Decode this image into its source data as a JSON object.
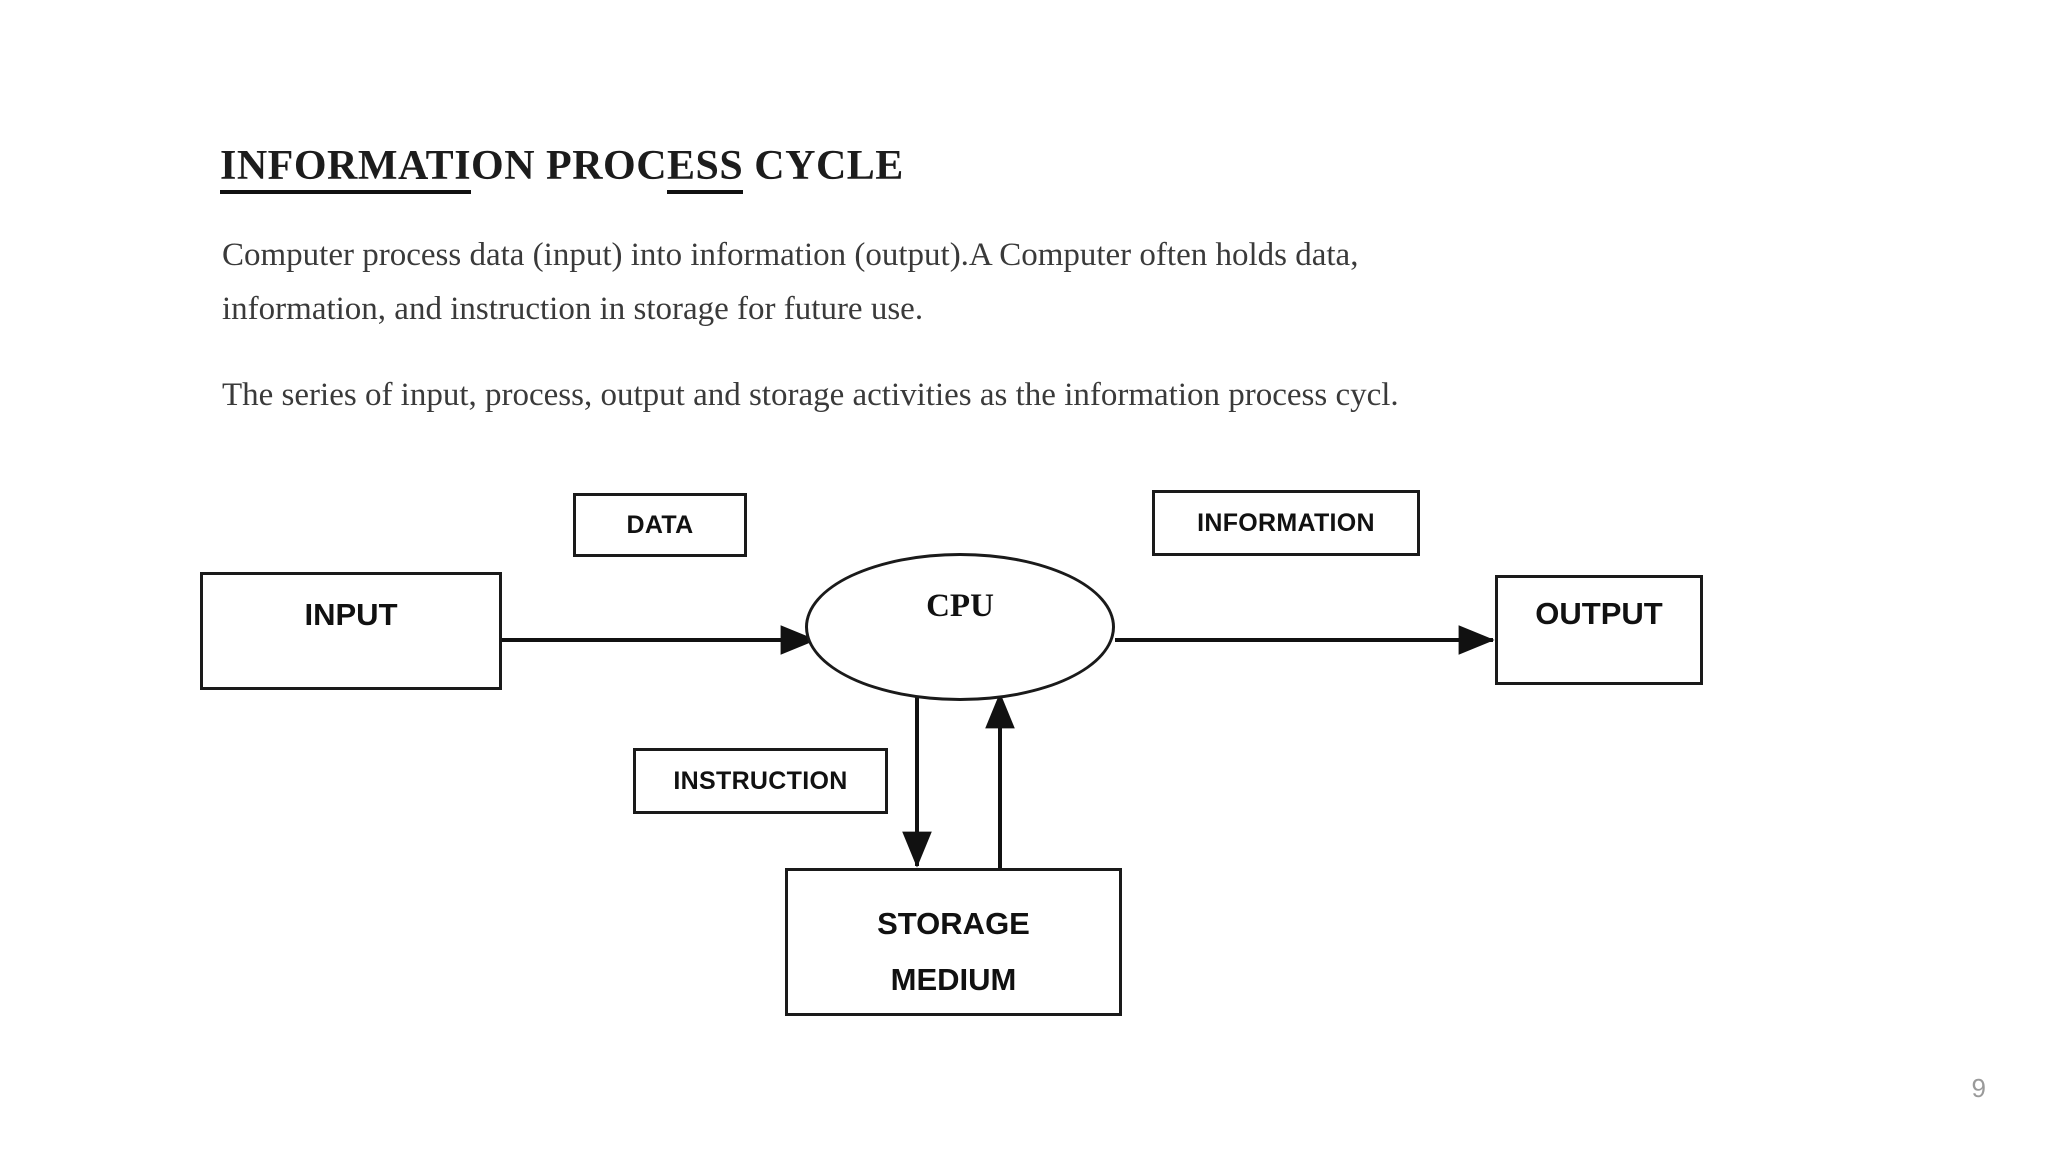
{
  "page": {
    "title_part_1": "INFORMATI",
    "title_part_2": "ON PROC",
    "title_part_3": "ESS",
    "title_part_4": " CYCLE",
    "title_full": "INFORMATION PROCESS CYCLE",
    "page_number": "9",
    "background_color": "#ffffff",
    "ink_color": "#111111"
  },
  "body": {
    "paragraph_1_line_1": "Computer process data (input) into information (output).A Computer often holds data,",
    "paragraph_1_line_2": "information, and instruction in storage for future use.",
    "paragraph_2_line_1": "The series of input, process, output and storage activities as the information process cycl."
  },
  "diagram": {
    "nodes": {
      "input": "INPUT",
      "cpu": "CPU",
      "output": "OUTPUT",
      "storage_line_1": "STORAGE",
      "storage_line_2": "MEDIUM"
    },
    "labels": {
      "data": "DATA",
      "information": "INFORMATION",
      "instruction": "INSTRUCTION"
    },
    "flows": [
      {
        "from": "INPUT",
        "to": "CPU",
        "label": "DATA",
        "direction": "right"
      },
      {
        "from": "CPU",
        "to": "OUTPUT",
        "label": "INFORMATION",
        "direction": "right"
      },
      {
        "from": "CPU",
        "to": "STORAGE MEDIUM",
        "label": "INSTRUCTION",
        "direction": "down"
      },
      {
        "from": "STORAGE MEDIUM",
        "to": "CPU",
        "label": "",
        "direction": "up"
      }
    ]
  }
}
